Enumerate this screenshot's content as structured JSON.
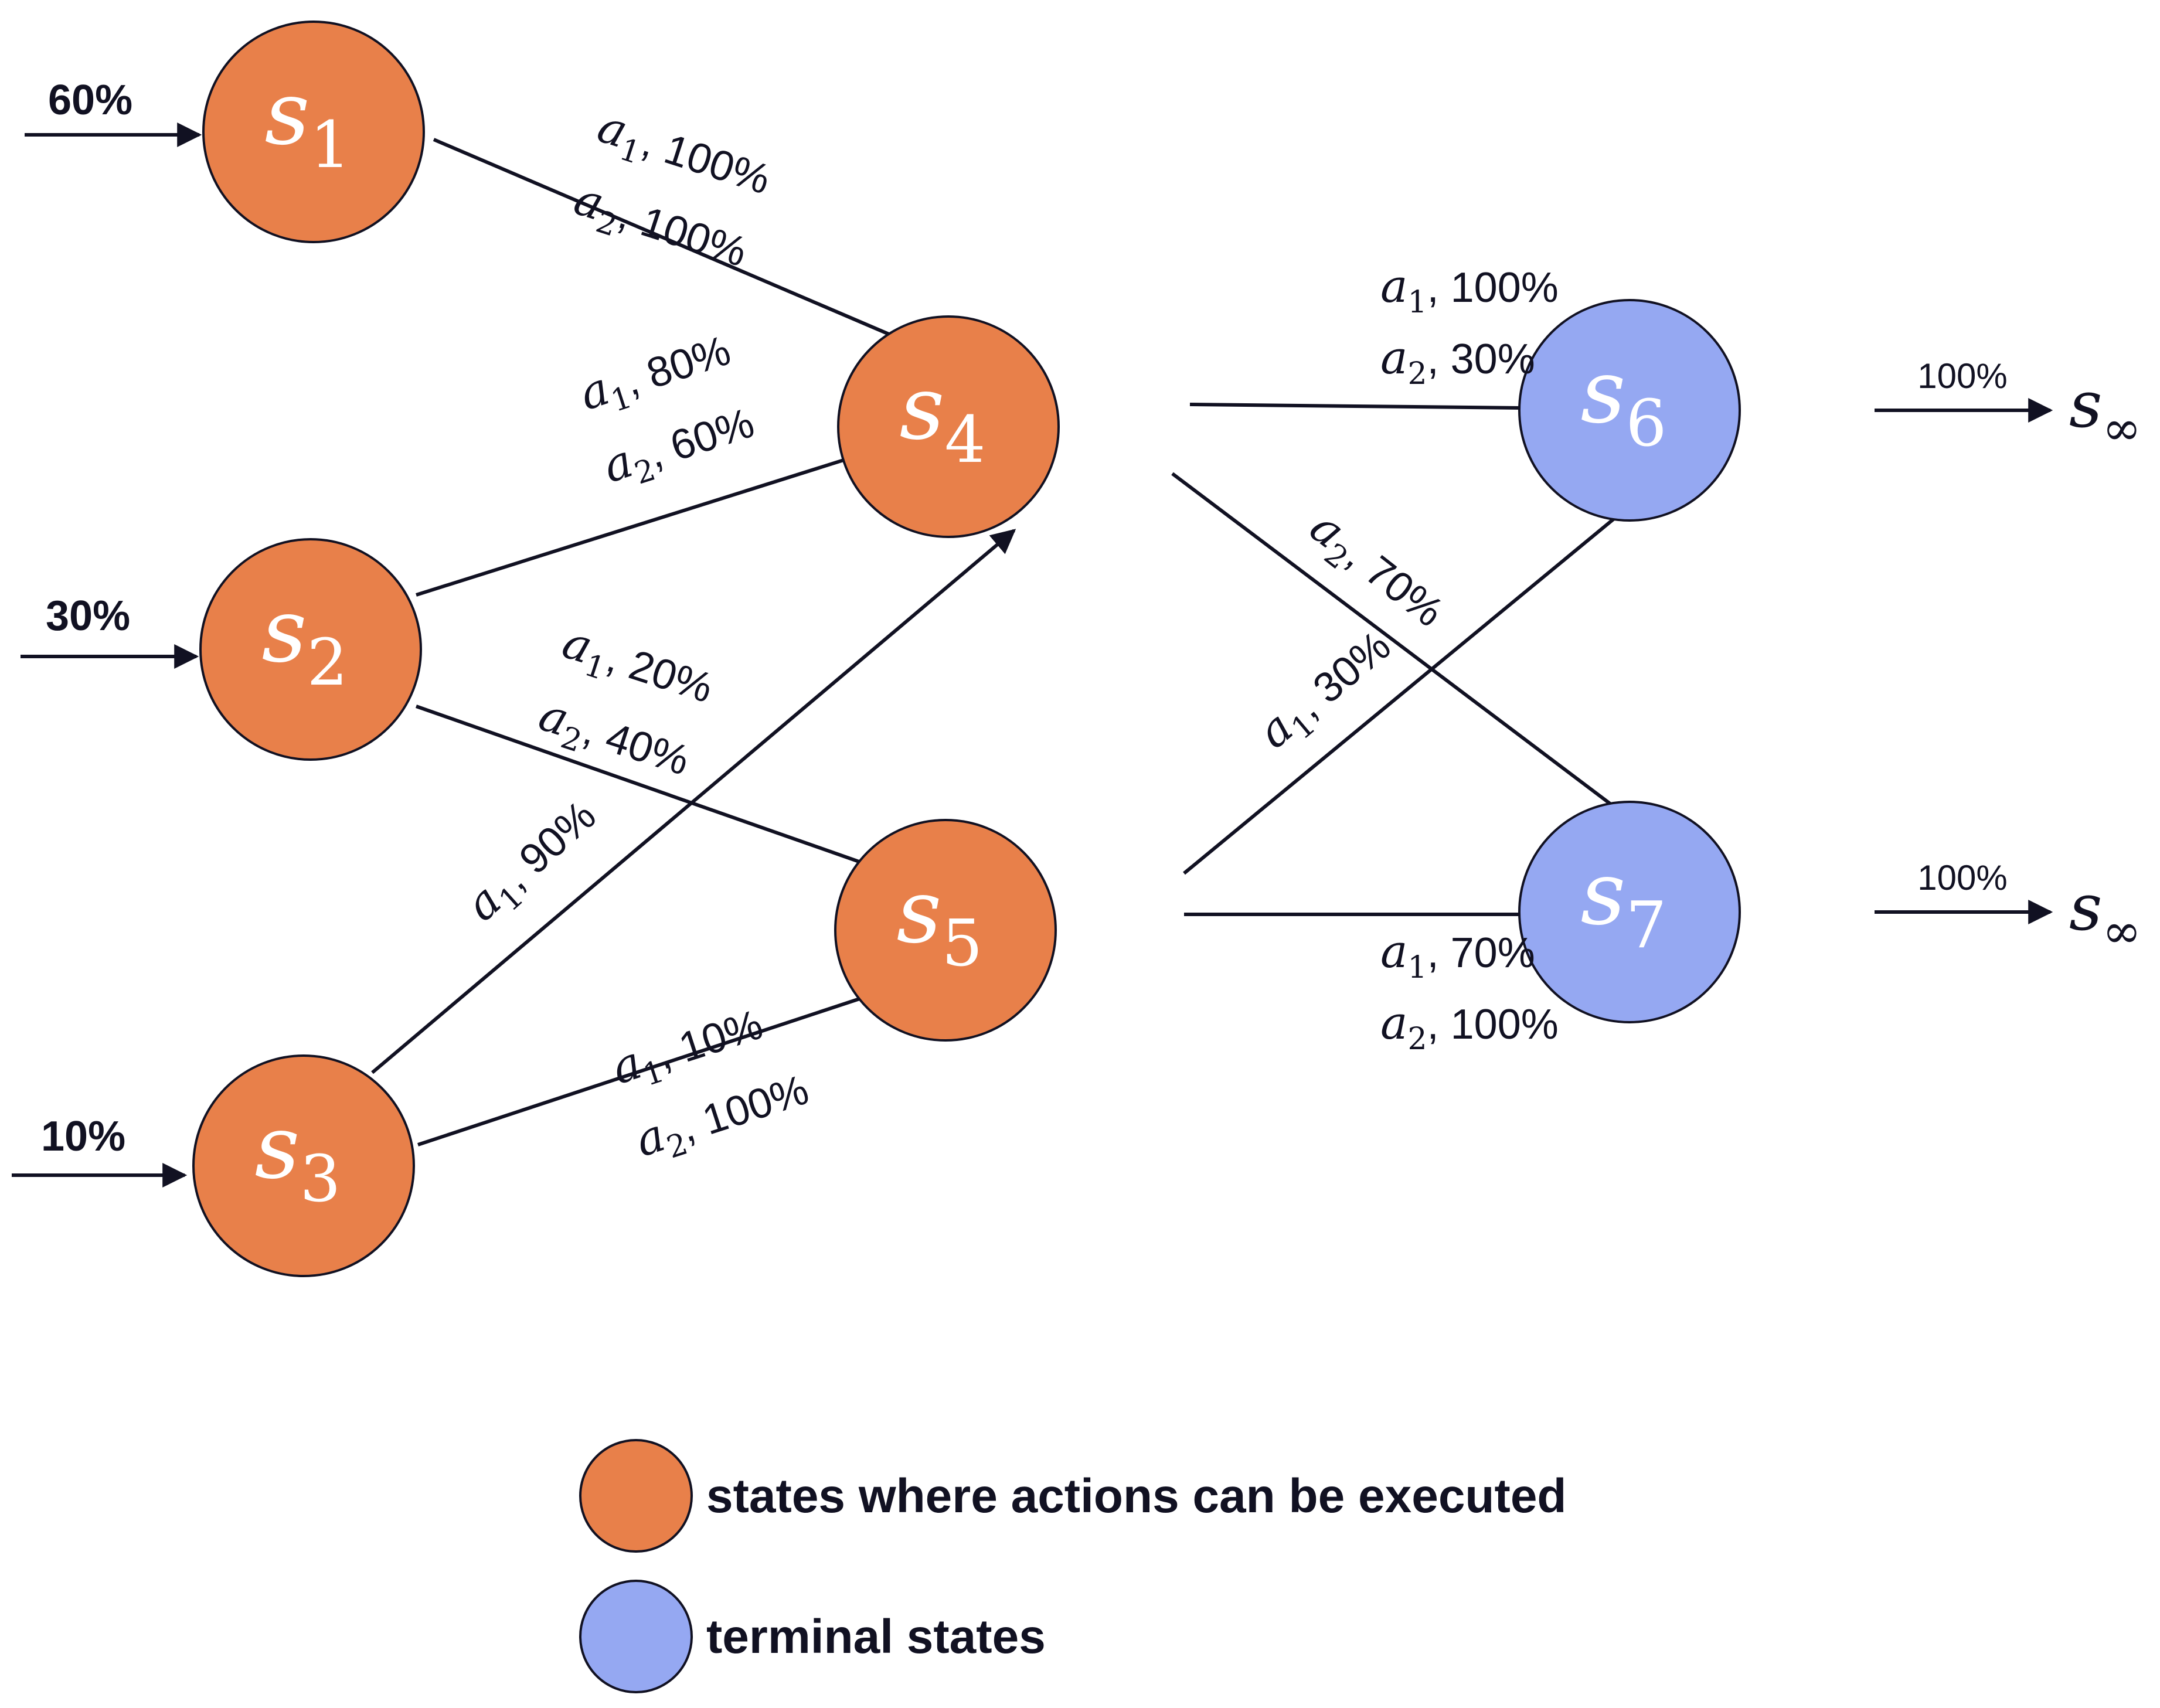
{
  "colors": {
    "action_state": "#E8804A",
    "terminal_state": "#95A8F2",
    "stroke": "#111122"
  },
  "states": [
    {
      "id": "s1",
      "letter": "s",
      "sub": "1",
      "kind": "action"
    },
    {
      "id": "s2",
      "letter": "s",
      "sub": "2",
      "kind": "action"
    },
    {
      "id": "s3",
      "letter": "s",
      "sub": "3",
      "kind": "action"
    },
    {
      "id": "s4",
      "letter": "s",
      "sub": "4",
      "kind": "action"
    },
    {
      "id": "s5",
      "letter": "s",
      "sub": "5",
      "kind": "action"
    },
    {
      "id": "s6",
      "letter": "s",
      "sub": "6",
      "kind": "terminal"
    },
    {
      "id": "s7",
      "letter": "s",
      "sub": "7",
      "kind": "terminal"
    }
  ],
  "initial": [
    {
      "state": "s1",
      "label": "60%"
    },
    {
      "state": "s2",
      "label": "30%"
    },
    {
      "state": "s3",
      "label": "10%"
    }
  ],
  "transitions": [
    {
      "from": "s1",
      "to": "s4",
      "labels": [
        {
          "a": "a",
          "sub": "1",
          "p": ", 100%"
        },
        {
          "a": "a",
          "sub": "2",
          "p": ", 100%"
        }
      ]
    },
    {
      "from": "s2",
      "to": "s4",
      "labels": [
        {
          "a": "a",
          "sub": "1",
          "p": ", 80%"
        },
        {
          "a": "a",
          "sub": "2",
          "p": ", 60%"
        }
      ]
    },
    {
      "from": "s2",
      "to": "s5",
      "labels": [
        {
          "a": "a",
          "sub": "1",
          "p": ", 20%"
        },
        {
          "a": "a",
          "sub": "2",
          "p": ", 40%"
        }
      ]
    },
    {
      "from": "s3",
      "to": "s4",
      "labels": [
        {
          "a": "a",
          "sub": "1",
          "p": ", 90%"
        }
      ]
    },
    {
      "from": "s3",
      "to": "s5",
      "labels": [
        {
          "a": "a",
          "sub": "1",
          "p": ", 10%"
        },
        {
          "a": "a",
          "sub": "2",
          "p": ", 100%"
        }
      ]
    },
    {
      "from": "s4",
      "to": "s6",
      "labels": [
        {
          "a": "a",
          "sub": "1",
          "p": ", 100%"
        },
        {
          "a": "a",
          "sub": "2",
          "p": ", 30%"
        }
      ]
    },
    {
      "from": "s4",
      "to": "s7",
      "labels": [
        {
          "a": "a",
          "sub": "2",
          "p": ", 70%"
        }
      ]
    },
    {
      "from": "s5",
      "to": "s6",
      "labels": [
        {
          "a": "a",
          "sub": "1",
          "p": ", 30%"
        }
      ]
    },
    {
      "from": "s5",
      "to": "s7",
      "labels": [
        {
          "a": "a",
          "sub": "1",
          "p": ", 70%"
        },
        {
          "a": "a",
          "sub": "2",
          "p": ", 100%"
        }
      ]
    }
  ],
  "terminal_exits": [
    {
      "from": "s6",
      "label": "100%",
      "target_letter": "s",
      "target_sub": "∞"
    },
    {
      "from": "s7",
      "label": "100%",
      "target_letter": "s",
      "target_sub": "∞"
    }
  ],
  "legend": [
    {
      "kind": "action",
      "text": "states where actions can be executed"
    },
    {
      "kind": "terminal",
      "text": "terminal states"
    }
  ]
}
